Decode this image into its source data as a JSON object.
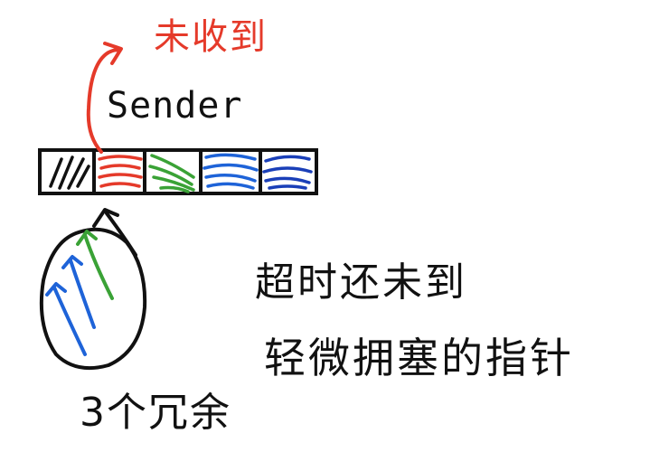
{
  "labels": {
    "sender": "Sender",
    "red_note": "未收到",
    "timeout_note": "超时还未到",
    "congestion_note": "轻微拥塞的指针",
    "duplicate_note": "3个冗余"
  },
  "colors": {
    "ink": "#111111",
    "red": "#e53a2a",
    "green": "#3aa236",
    "blue": "#1e63d8",
    "dark_blue": "#1a3fb8"
  }
}
